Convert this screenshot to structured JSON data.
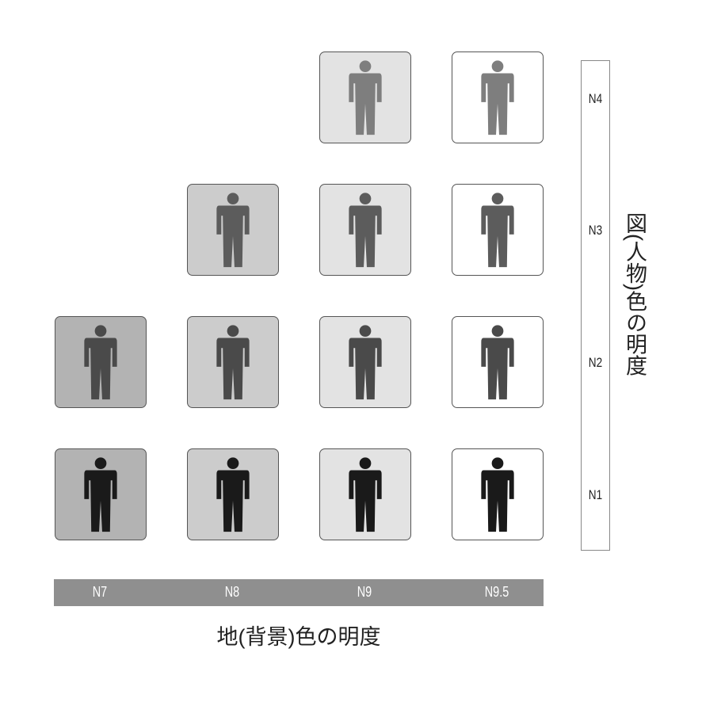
{
  "x_axis": {
    "title": "地(背景)色の明度",
    "levels": [
      "N7",
      "N8",
      "N9",
      "N9.5"
    ],
    "colors": [
      "#b3b3b3",
      "#cccccc",
      "#e3e3e3",
      "#ffffff"
    ]
  },
  "y_axis": {
    "title": "図(人物)色の明度",
    "levels": [
      "N1",
      "N2",
      "N3",
      "N4"
    ],
    "colors": [
      "#1a1a1a",
      "#4a4a4a",
      "#5c5c5c",
      "#7e7e7e"
    ]
  },
  "tiles": [
    {
      "figure": "N4",
      "ground": "N9"
    },
    {
      "figure": "N4",
      "ground": "N9.5"
    },
    {
      "figure": "N3",
      "ground": "N8"
    },
    {
      "figure": "N3",
      "ground": "N9"
    },
    {
      "figure": "N3",
      "ground": "N9.5"
    },
    {
      "figure": "N2",
      "ground": "N7"
    },
    {
      "figure": "N2",
      "ground": "N8"
    },
    {
      "figure": "N2",
      "ground": "N9"
    },
    {
      "figure": "N2",
      "ground": "N9.5"
    },
    {
      "figure": "N1",
      "ground": "N7"
    },
    {
      "figure": "N1",
      "ground": "N8"
    },
    {
      "figure": "N1",
      "ground": "N9"
    },
    {
      "figure": "N1",
      "ground": "N9.5"
    }
  ],
  "icon": "person-icon"
}
